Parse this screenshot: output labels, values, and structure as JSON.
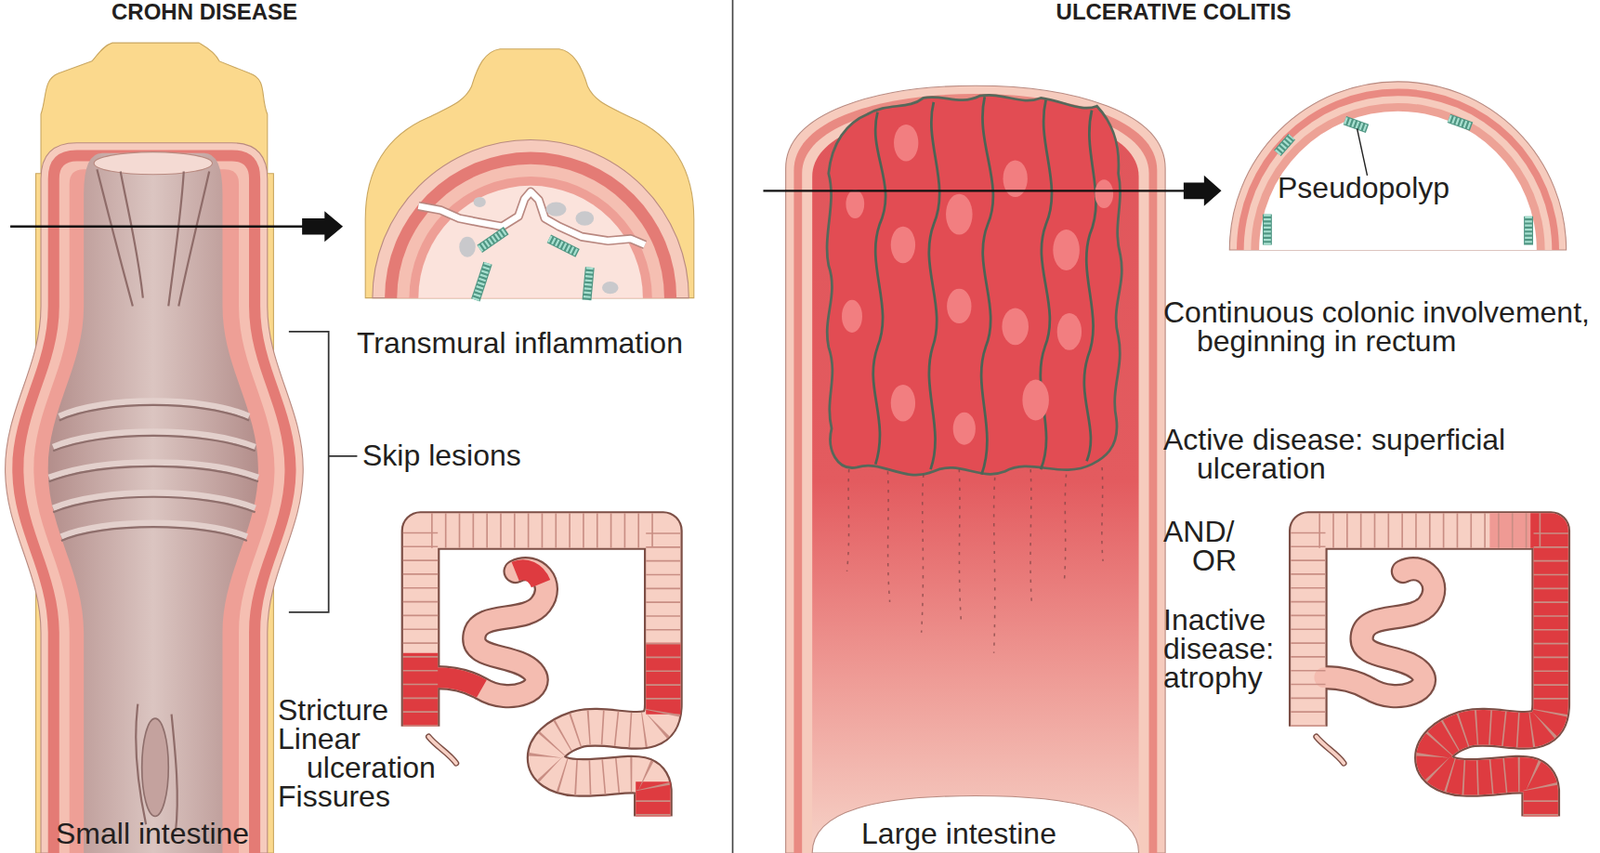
{
  "diagram": {
    "labels": [
      "CROHN DISEASE",
      "ULCERATIVE COLITIS",
      "Transmural inflammation",
      "Pseudopolyp",
      "Skip lesions",
      "Continuous colonic involvement, beginning in rectum",
      "Active disease: superficial ulceration",
      "AND/ OR",
      "Inactive disease: atrophy",
      "Stricture",
      "Linear ulceration",
      "Fissures",
      "Small intestine",
      "Large intestine"
    ]
  }
}
